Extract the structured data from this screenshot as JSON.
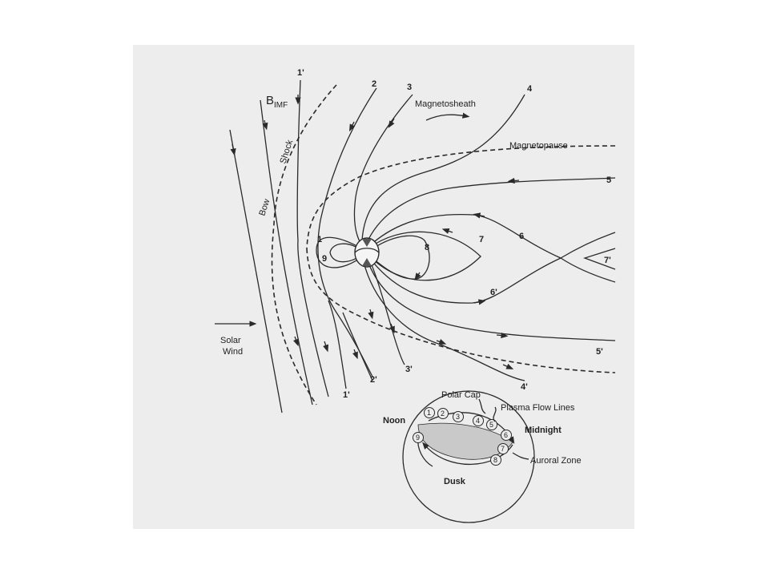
{
  "labels": {
    "bimf_b": "B",
    "bimf_sub": "IMF",
    "magnetosheath": "Magnetosheath",
    "magnetopause": "Magnetopause",
    "bow": "Bow",
    "shock": "Shock",
    "solar": "Solar",
    "wind": "Wind",
    "polar_cap": "Polar Cap",
    "plasma_flow_lines": "Plasma Flow Lines",
    "noon": "Noon",
    "midnight": "Midnight",
    "auroral_zone": "Auroral Zone",
    "dusk": "Dusk"
  },
  "field_line_labels": {
    "n1p_top": "1'",
    "n2": "2",
    "n3": "3",
    "n4": "4",
    "n5": "5",
    "n6": "6",
    "n7": "7",
    "n7p": "7'",
    "n8": "8",
    "n1": "1",
    "n9": "9",
    "n6p": "6'",
    "n5p": "5'",
    "n4p": "4'",
    "n3p": "3'",
    "n2p": "2'",
    "n1p_bottom": "1'"
  },
  "inset_numbers": [
    "1",
    "2",
    "3",
    "4",
    "5",
    "6",
    "7",
    "8",
    "9"
  ]
}
